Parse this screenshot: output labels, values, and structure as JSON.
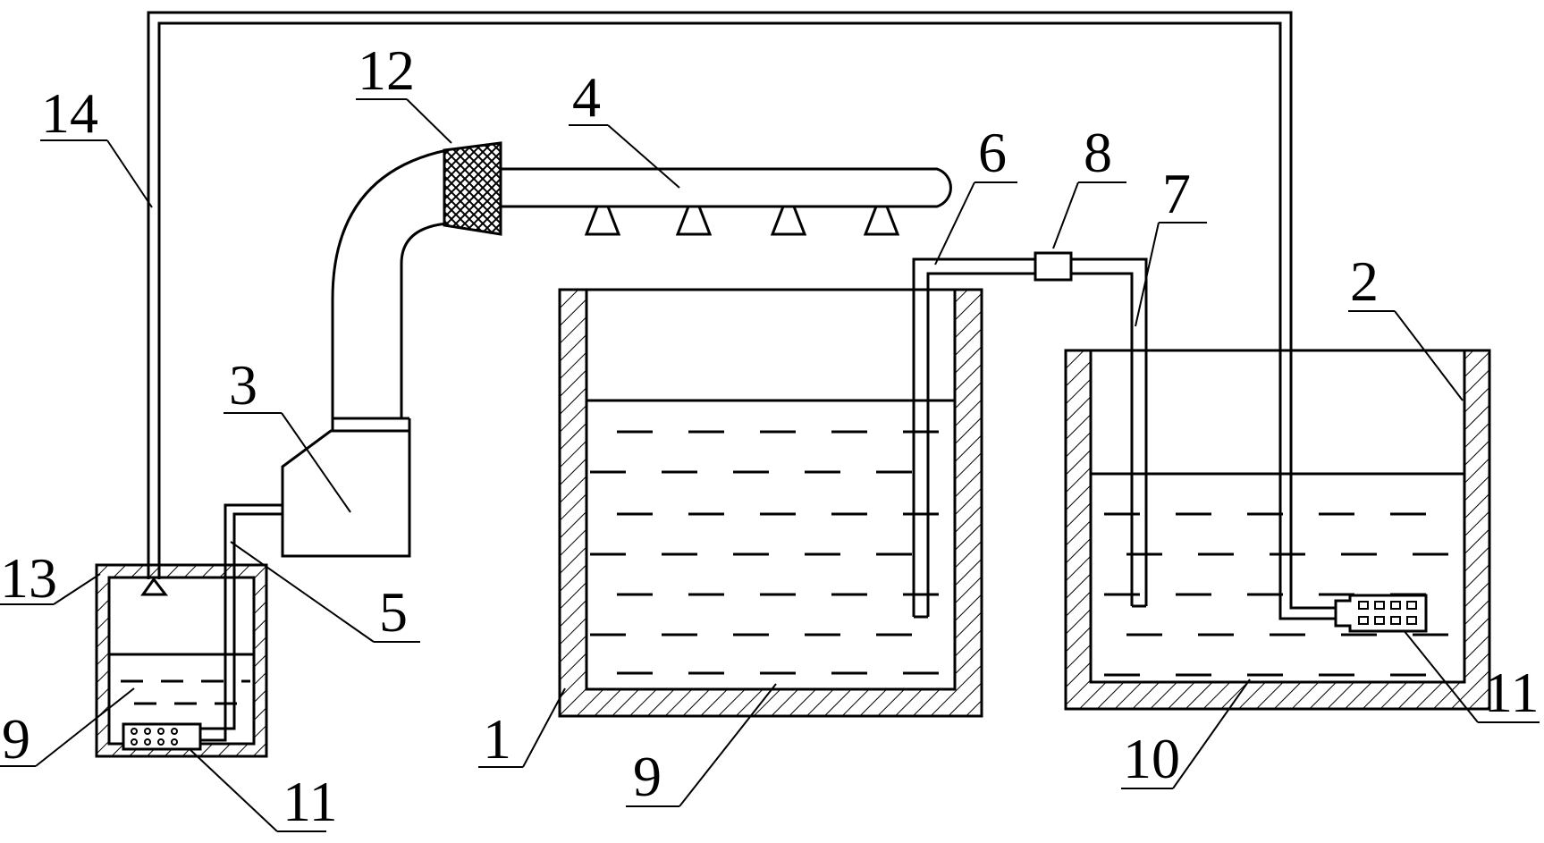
{
  "labels": {
    "l1": "1",
    "l2": "2",
    "l3": "3",
    "l4": "4",
    "l5": "5",
    "l6": "6",
    "l7": "7",
    "l8": "8",
    "l9a": "9",
    "l9b": "9",
    "l10": "10",
    "l11a": "11",
    "l11b": "11",
    "l12": "12",
    "l13": "13",
    "l14": "14"
  }
}
